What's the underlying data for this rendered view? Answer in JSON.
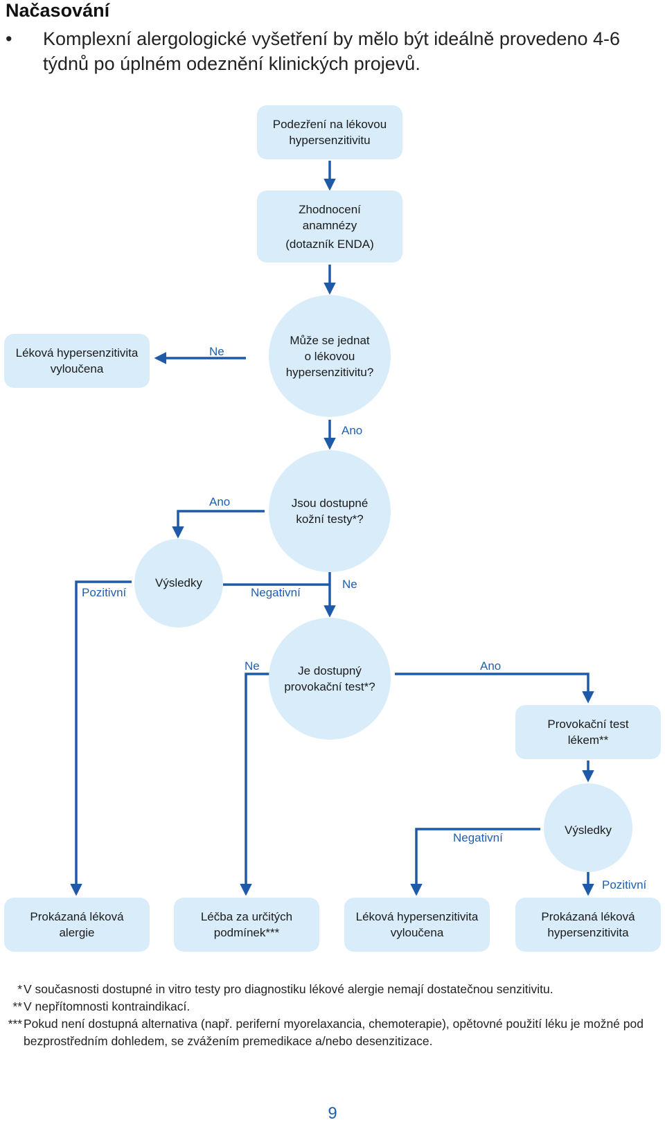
{
  "heading": "Načasování",
  "bullet": {
    "marker": "•",
    "text": "Komplexní alergologické vyšetření by mělo být ideálně provedeno 4-6 týdnů po úplném odeznění klinických projevů."
  },
  "flowchart": {
    "nodes": {
      "suspicion": [
        "Podezření na lékovou",
        "hypersenzitivitu"
      ],
      "history": [
        "Zhodnocení",
        "anamnézy",
        "(dotazník ENDA)"
      ],
      "excluded_top": [
        "Léková hypersenzitivita",
        "vyloučena"
      ],
      "could_be": [
        "Může se jednat",
        "o lékovou",
        "hypersenzitivitu?"
      ],
      "skin_tests": [
        "Jsou dostupné",
        "kožní testy*?"
      ],
      "results_skin": [
        "Výsledky"
      ],
      "provocation_available": [
        "Je dostupný",
        "provokační test*?"
      ],
      "provocation_test": [
        "Provokační test",
        "lékem**"
      ],
      "results_prov": [
        "Výsledky"
      ],
      "proven_allergy": [
        "Prokázaná léková",
        "alergie"
      ],
      "treatment": [
        "Léčba za určitých",
        "podmínek***"
      ],
      "excluded_bottom": [
        "Léková hypersenzitivita",
        "vyloučena"
      ],
      "proven_hyper": [
        "Prokázaná léková",
        "hypersenzitivita"
      ]
    },
    "labels": {
      "ne_1": "Ne",
      "ano_1": "Ano",
      "ano_2": "Ano",
      "pozitivni_1": "Pozitivní",
      "negativni_1": "Negativní",
      "ne_2": "Ne",
      "ne_3": "Ne",
      "ano_3": "Ano",
      "negativni_2": "Negativní",
      "pozitivni_2": "Pozitivní"
    },
    "colors": {
      "node_fill": "#d8ecfa",
      "arrow": "#1f5aa8",
      "label": "#1f5fae"
    }
  },
  "footnotes": [
    {
      "mark": "*",
      "text": "V současnosti dostupné in vitro testy pro diagnostiku lékové alergie nemají dostatečnou senzitivitu."
    },
    {
      "mark": "**",
      "text": "V nepřítomnosti kontraindikací."
    },
    {
      "mark": "***",
      "text": "Pokud není dostupná alternativa (např. periferní myorelaxancia, chemoterapie), opětovné použití léku je možné pod bezprostředním dohledem, se zvážením premedikace a/nebo desenzitizace."
    }
  ],
  "page_number": "9"
}
